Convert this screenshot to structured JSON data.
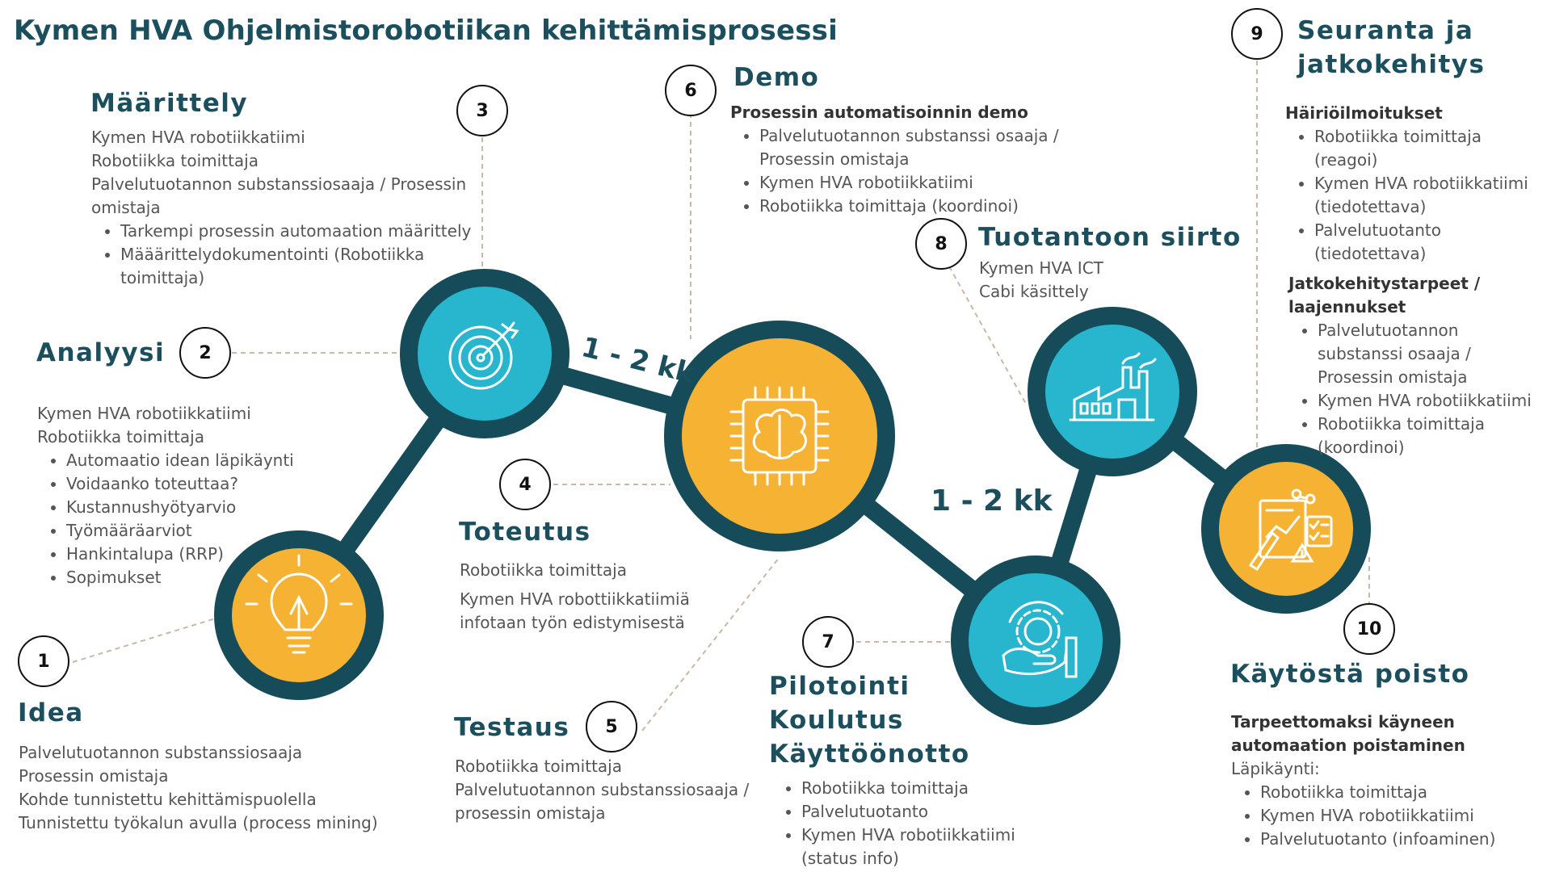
{
  "title": "Kymen HVA Ohjelmistorobotiikan kehittämisprosessi",
  "colors": {
    "dark": "#164b59",
    "teal": "#27b6ce",
    "orange": "#f6b233",
    "title": "#1b4f5e",
    "dashed": "#c9b8a8"
  },
  "durations": [
    "1 - 2 kk",
    "1 - 2 kk"
  ],
  "steps": {
    "s1": {
      "num": "1",
      "heading": "Idea",
      "lines": [
        "Palvelutuotannon substanssiosaaja",
        "Prosessin omistaja",
        "Kohde tunnistettu kehittämispuolella",
        "Tunnistettu työkalun avulla (process mining)"
      ]
    },
    "s2": {
      "num": "2",
      "heading": "Analyysi",
      "lines": [
        "Kymen HVA robotiikkatiimi",
        "Robotiikka toimittaja"
      ],
      "bullets": [
        "Automaatio idean läpikäynti",
        "Voidaanko toteuttaa?",
        "Kustannushyötyarvio",
        "Työmääräarviot",
        "Hankintalupa (RRP)",
        "Sopimukset"
      ]
    },
    "s3": {
      "num": "3",
      "heading": "Määrittely",
      "lines": [
        "Kymen HVA robotiikkatiimi",
        "Robotiikka toimittaja",
        "Palvelutuotannon substanssiosaaja / Prosessin",
        "omistaja"
      ],
      "bullets": [
        "Tarkempi prosessin automaation määrittely",
        "Määärittelydokumentointi (Robotiikka toimittaja)"
      ]
    },
    "s4": {
      "num": "4",
      "heading": "Toteutus",
      "lines": [
        "Robotiikka toimittaja",
        "Kymen HVA robottiikkatiimiä",
        "infotaan työn edistymisestä"
      ]
    },
    "s5": {
      "num": "5",
      "heading": "Testaus",
      "lines": [
        "Robotiikka toimittaja",
        "Palvelutuotannon substanssiosaaja /",
        "prosessin omistaja"
      ]
    },
    "s6": {
      "num": "6",
      "heading": "Demo",
      "sub": "Prosessin automatisoinnin demo",
      "bullets": [
        "Palvelutuotannon substanssi osaaja / Prosessin omistaja",
        "Kymen HVA robotiikkatiimi",
        "Robotiikka toimittaja (koordinoi)"
      ]
    },
    "s7": {
      "num": "7",
      "heading1": "Pilotointi",
      "heading2": "Koulutus",
      "heading3": "Käyttöönotto",
      "bullets": [
        "Robotiikka toimittaja",
        "Palvelutuotanto",
        "Kymen HVA robotiikkatiimi (status info)"
      ]
    },
    "s8": {
      "num": "8",
      "heading": "Tuotantoon siirto",
      "lines": [
        "Kymen HVA ICT",
        "Cabi käsittely"
      ]
    },
    "s9": {
      "num": "9",
      "heading1": "Seuranta ja",
      "heading2": "jatkokehitys",
      "sub1": "Häiriöilmoitukset",
      "bullets1": [
        "Robotiikka toimittaja (reagoi)",
        "Kymen HVA robotiikkatiimi (tiedotettava)",
        "Palvelutuotanto (tiedotettava)"
      ],
      "sub2a": "Jatkokehitystarpeet /",
      "sub2b": "laajennukset",
      "bullets2": [
        "Palvelutuotannon substanssi osaaja / Prosessin omistaja",
        "Kymen HVA robotiikkatiimi",
        "Robotiikka toimittaja (koordinoi)"
      ]
    },
    "s10": {
      "num": "10",
      "heading": "Käytöstä poisto",
      "sub1": "Tarpeettomaksi käyneen",
      "sub2": "automaation poistaminen",
      "lines": [
        "Läpikäynti:"
      ],
      "bullets": [
        "Robotiikka toimittaja",
        "Kymen HVA robotiikkatiimi",
        "Palvelutuotanto (infoaminen)"
      ]
    }
  },
  "icons": [
    "lightbulb-icon",
    "target-icon",
    "ai-chip-brain-icon",
    "hand-gear-icon",
    "factory-icon",
    "report-checklist-icon"
  ]
}
